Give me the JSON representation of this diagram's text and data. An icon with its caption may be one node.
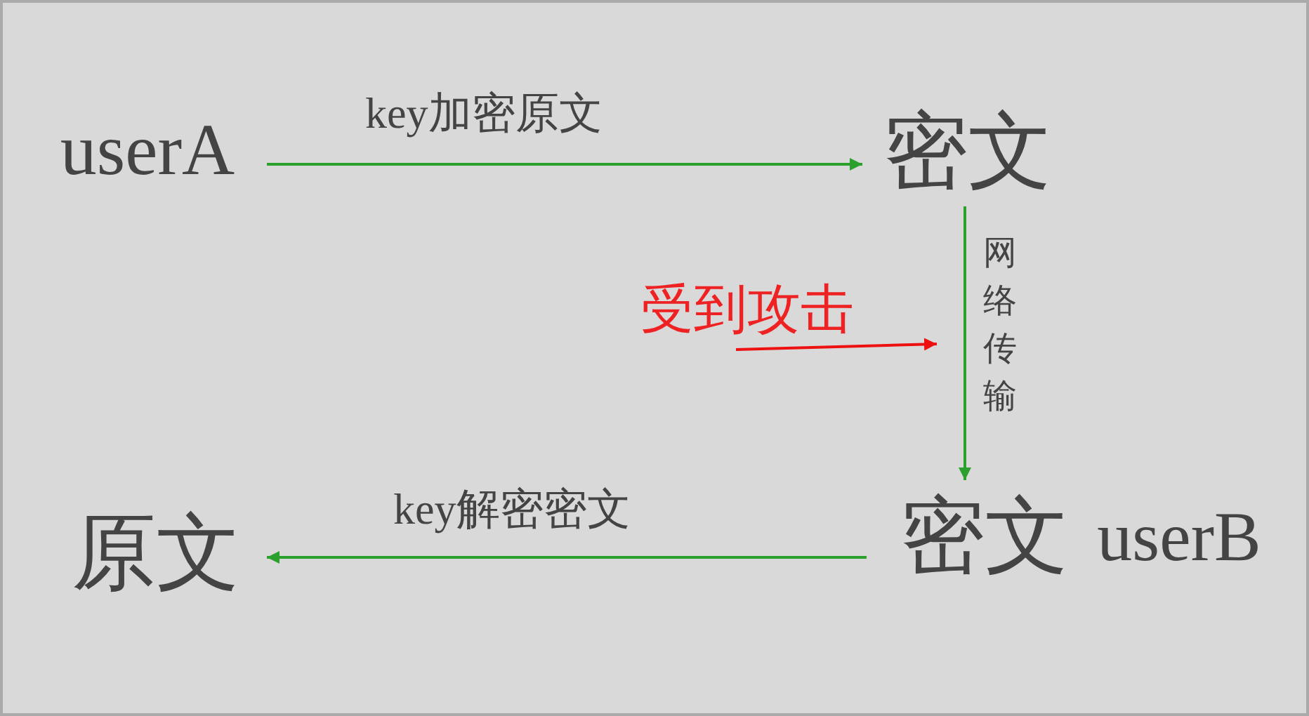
{
  "diagram": {
    "nodes": [
      {
        "text": [
          "userA"
        ]
      },
      {
        "text": [
          "密文"
        ]
      },
      {
        "text": [
          "密文"
        ],
        "beside": [
          "userB"
        ]
      },
      {
        "text": [
          "原文"
        ]
      },
      {
        "text": [
          "受到攻击"
        ]
      }
    ],
    "edges": [
      {
        "from": 0,
        "to": 1,
        "arrow": "to",
        "label": "key加密原文"
      },
      {
        "from": 1,
        "to": 2,
        "arrow": "to",
        "label": "网络传输"
      },
      {
        "from": 2,
        "to": 3,
        "arrow": "to",
        "label": "key解密密文"
      },
      {
        "from": 4,
        "to": null,
        "arrow": "to",
        "color": "#ee1111"
      }
    ]
  }
}
